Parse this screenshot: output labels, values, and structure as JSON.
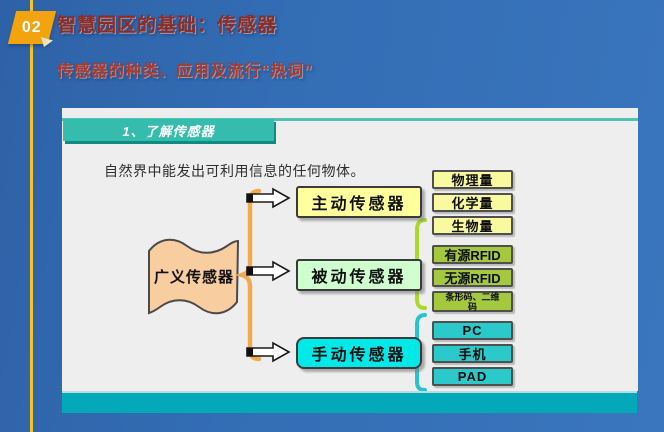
{
  "header": {
    "badge": "02",
    "title": "智慧园区的基础：传感器",
    "subtitle": "传感器的种类、应用及流行“热词”"
  },
  "slide": {
    "section_header": "1、了解传感器",
    "description": "自然界中能发出可利用信息的任何物体。",
    "root_label": "广义传感器",
    "groups": [
      {
        "label": "主动传感器",
        "items": [
          "物理量",
          "化学量",
          "生物量"
        ]
      },
      {
        "label": "被动传感器",
        "items": [
          "有源RFID",
          "无源RFID",
          "条形码、二维码"
        ]
      },
      {
        "label": "手动传感器",
        "items": [
          "PC",
          "手机",
          "PAD"
        ]
      }
    ]
  },
  "colors": {
    "background_blue": "#336DB4",
    "accent_yellow_line": "#F5C328",
    "badge_orange": "#F2A30D",
    "title_red": "#8E2B24",
    "banner_teal": "#35BCAD",
    "footer_teal": "#03A9B9",
    "active_box_yellow": "#FFFF9C",
    "passive_box_green": "#CFFFCF",
    "manual_box_cyan": "#00E9E9",
    "item_yellow": "#F9F9A0",
    "item_yellowgreen": "#A4C93E",
    "item_cyan": "#2BC9C9",
    "root_shape_peach": "#F8CDA0",
    "brace_orange": "#F3A94E",
    "brace_green": "#A9D92B",
    "brace_cyan": "#27C4CC"
  }
}
